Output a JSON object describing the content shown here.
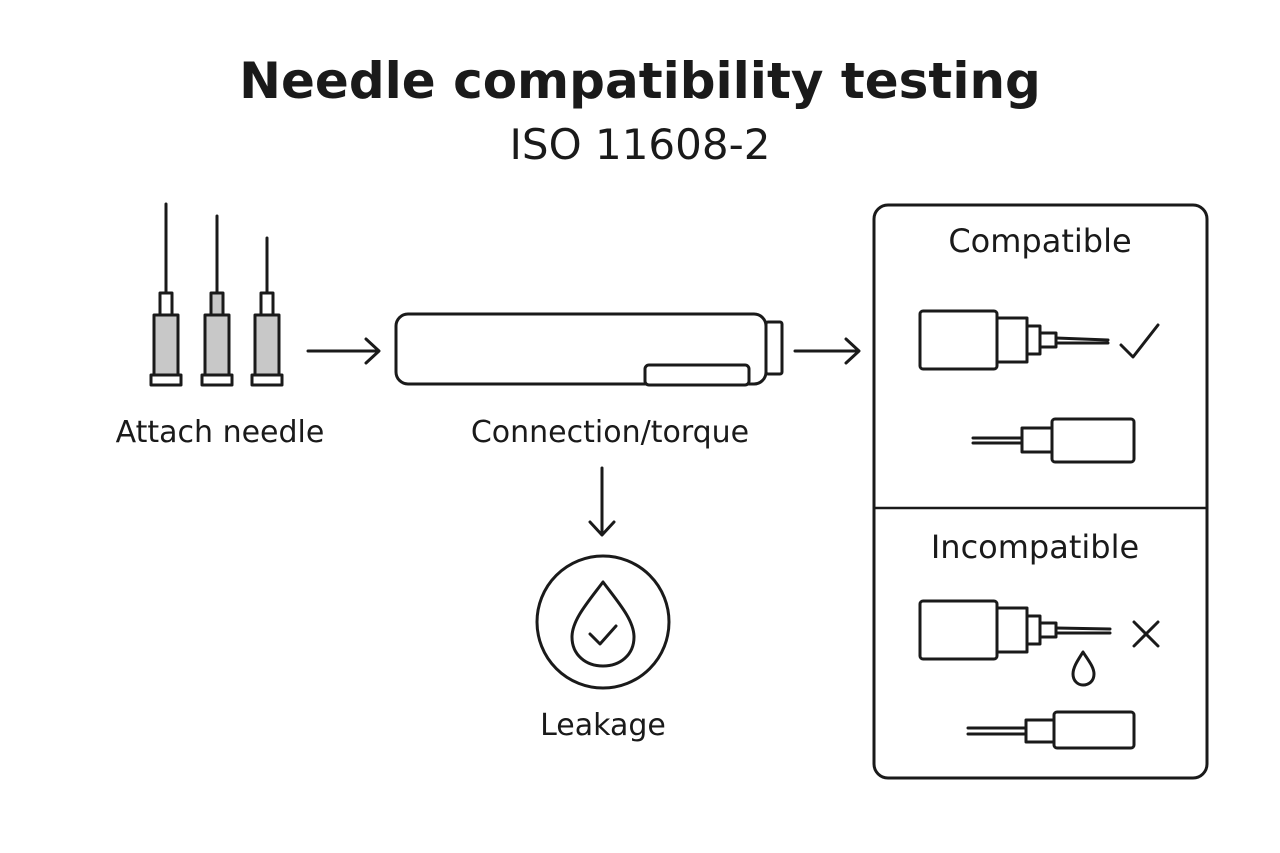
{
  "title": "Needle compatibility testing",
  "subtitle": "ISO 11608-2",
  "steps": {
    "attach": "Attach needle",
    "connection": "Connection/torque",
    "leakage": "Leakage"
  },
  "results": {
    "compatible": "Compatible",
    "incompatible": "Incompatible"
  },
  "icons": {
    "needles": "needle-icon",
    "pen": "pen-injector-icon",
    "leak": "drop-check-icon",
    "pass": "check-icon",
    "fail": "cross-icon",
    "drip": "drop-icon"
  },
  "colors": {
    "stroke": "#1a1a1a",
    "needle_fill": "#c8c8c8"
  }
}
